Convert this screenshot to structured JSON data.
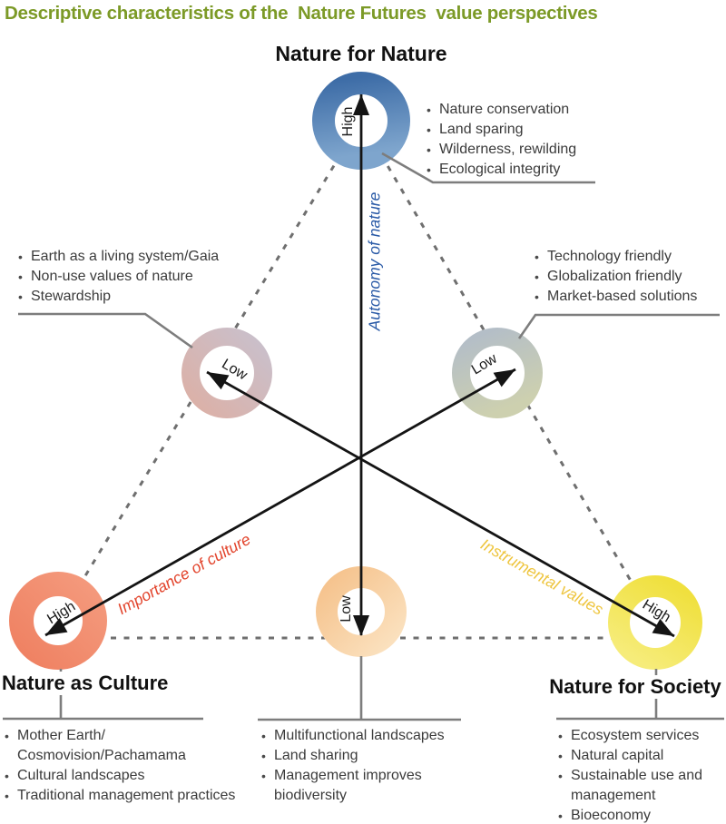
{
  "title": "Descriptive characteristics of the  Nature Futures  value perspectives",
  "title_color": "#7c9a27",
  "corners": {
    "top": {
      "label": "Nature for Nature",
      "axis_value": "High",
      "ring_gradient": {
        "start": "#3e6da7",
        "end": "#7ea5cd"
      },
      "items": [
        "Nature conservation",
        "Land sparing",
        "Wilderness, rewilding",
        "Ecological integrity"
      ]
    },
    "bottom_left": {
      "label": "Nature as Culture",
      "axis_value": "High",
      "ring_gradient": {
        "start": "#f49a7d",
        "end": "#ef8162"
      },
      "items": [
        "Mother Earth/\nCosmovision/Pachamama",
        "Cultural landscapes",
        "Traditional management practices"
      ]
    },
    "bottom_right": {
      "label": "Nature for Society",
      "axis_value": "High",
      "ring_gradient": {
        "start": "#f0e03e",
        "end": "#f6ec7a"
      },
      "items": [
        "Ecosystem services",
        "Natural capital",
        "Sustainable use and\nmanagement",
        "Bioeconomy"
      ]
    }
  },
  "midpoints": {
    "left": {
      "axis_value": "Low",
      "ring_gradient": {
        "start": "#c9c0cc",
        "end": "#dcb0a6"
      },
      "items": [
        "Earth as a living system/Gaia",
        "Non-use values of nature",
        "Stewardship"
      ]
    },
    "right": {
      "axis_value": "Low",
      "ring_gradient": {
        "start": "#b4bec7",
        "end": "#cdd0af"
      },
      "items": [
        "Technology friendly",
        "Globalization friendly",
        "Market-based solutions"
      ]
    },
    "bottom": {
      "axis_value": "Low",
      "ring_gradient": {
        "start": "#f5c28c",
        "end": "#fbe2c0"
      },
      "items": [
        "Multifunctional landscapes",
        "Land sharing",
        "Management improves\nbiodiversity"
      ]
    }
  },
  "axes": {
    "autonomy": {
      "label": "Autonomy of nature",
      "color": "#2b5ba7"
    },
    "culture": {
      "label": "Importance of culture",
      "color": "#e2432b"
    },
    "instrumental": {
      "label": "Instrumental values",
      "color": "#eec53e"
    }
  }
}
